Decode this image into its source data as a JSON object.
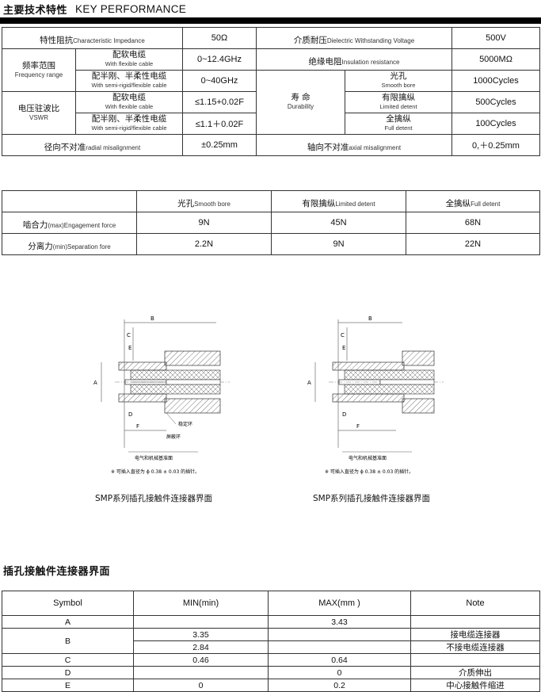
{
  "header": {
    "title_cn": "主要技术特性",
    "title_en": "KEY PERFORMANCE"
  },
  "perf": {
    "impedance": {
      "cn": "特性阻抗",
      "en": "Characteristic Impedance",
      "value": "50Ω"
    },
    "dielectric": {
      "cn": "介质耐压",
      "en": "Dielectric Withstanding Voltage",
      "value": "500V"
    },
    "freq": {
      "cn": "频率范围",
      "en": "Frequency range"
    },
    "flex": {
      "cn": "配软电缆",
      "en": "With flexible cable"
    },
    "semi": {
      "cn": "配半刚、半柔性电缆",
      "en": "With semi-rigid/flexible cable"
    },
    "freq_flex_value": "0~12.4GHz",
    "freq_semi_value": "0~40GHz",
    "insulation": {
      "cn": "绝缘电阻",
      "en": "Insulation resistance",
      "value": "5000MΩ"
    },
    "durability": {
      "cn": "寿 命",
      "en": "Durability"
    },
    "smooth": {
      "cn": "光孔",
      "en": "Smooth bore",
      "value": "1000Cycles"
    },
    "limited": {
      "cn": "有限擒纵",
      "en": "Limited detent",
      "value": "500Cycles"
    },
    "full": {
      "cn": "全擒纵",
      "en": "Full detent",
      "value": "100Cycles"
    },
    "vswr": {
      "cn": "电压驻波比",
      "en": "VSWR"
    },
    "vswr_flex_value": "≤1.15+0.02F",
    "vswr_semi_value": "≤1.1＋0.02F",
    "radial": {
      "cn": "径向不对准",
      "en": "radial misalignment",
      "value": "±0.25mm"
    },
    "axial": {
      "cn": "轴向不对准",
      "en": "axial misalignment",
      "value": "0,＋0.25mm"
    }
  },
  "force": {
    "cols": [
      {
        "cn": "光孔",
        "en": "Smooth bore"
      },
      {
        "cn": "有限擒纵",
        "en": "Limited detent"
      },
      {
        "cn": "全擒纵",
        "en": "Full detent"
      }
    ],
    "engage": {
      "cn": "啮合力",
      "en": "(max)Engagement force",
      "values": [
        "9N",
        "45N",
        "68N"
      ]
    },
    "separate": {
      "cn": "分离力",
      "en": "(min)Separation fore",
      "values": [
        "2.2N",
        "9N",
        "22N"
      ]
    }
  },
  "diagrams": {
    "left": {
      "caption": "SMP系列插孔接触件连接器界面",
      "labels": {
        "A": "A",
        "B": "B",
        "C": "C",
        "D": "D",
        "E": "E",
        "F": "F",
        "ring1": "稳定环",
        "ring2": "屏蔽环",
        "ref": "电气和机械基准面",
        "note": "※  可插入直径为 ϕ 0.38 ± 0.03 的插针。"
      }
    },
    "right": {
      "caption": "SMP系列插孔接触件连接器界面",
      "labels": {
        "A": "A",
        "B": "B",
        "C": "C",
        "D": "D",
        "E": "E",
        "F": "F",
        "ref": "电气和机械基准面",
        "note": "※  可插入直径为 ϕ 0.38 ± 0.03 的插针。"
      }
    }
  },
  "interface": {
    "title": "插孔接触件连接器界面",
    "headers": [
      "Symbol",
      "MIN(min)",
      "MAX(mm )",
      "Note"
    ],
    "rows": [
      {
        "symbol": "A",
        "min": "",
        "max": "3.43",
        "note": ""
      },
      {
        "symbol": "B",
        "min": "3.35",
        "max": "",
        "note": "接电缆连接器"
      },
      {
        "symbol": "",
        "min": "2.84",
        "max": "",
        "note": "不接电缆连接器"
      },
      {
        "symbol": "C",
        "min": "0.46",
        "max": "0.64",
        "note": ""
      },
      {
        "symbol": "D",
        "min": "",
        "max": "0",
        "note": "介质伸出"
      },
      {
        "symbol": "E",
        "min": "0",
        "max": "0.2",
        "note": "中心接触件缩进"
      }
    ]
  }
}
